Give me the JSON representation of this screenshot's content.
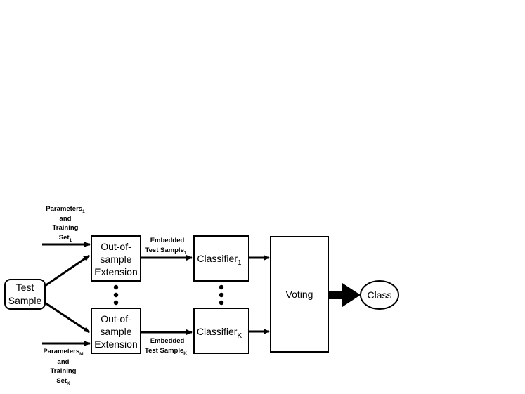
{
  "nodes": {
    "test_sample": {
      "line1": "Test",
      "line2": "Sample"
    },
    "oos_top": {
      "line1": "Out-of-",
      "line2": "sample",
      "line3": "Extension"
    },
    "oos_bottom": {
      "line1": "Out-of-",
      "line2": "sample",
      "line3": "Extension"
    },
    "classifier_top": {
      "label": "Classifier",
      "sub": "1"
    },
    "classifier_bottom": {
      "label": "Classifier",
      "sub": "K"
    },
    "voting": {
      "label": "Voting"
    },
    "class": {
      "label": "Class"
    }
  },
  "inputs": {
    "top": {
      "line1": "Parameters",
      "line1_sub": "1",
      "line2": "and",
      "line3": "Training",
      "line4": "Set",
      "line4_sub": "1"
    },
    "bottom": {
      "line1": "Parameters",
      "line1_sub": "M",
      "line2": "and",
      "line3": "Training",
      "line4": "Set",
      "line4_sub": "K"
    }
  },
  "edge_labels": {
    "top": {
      "line1": "Embedded",
      "line2": "Test Sample",
      "line2_sub": "1"
    },
    "bottom": {
      "line1": "Embedded",
      "line2": "Test Sample",
      "line2_sub": "K"
    }
  }
}
